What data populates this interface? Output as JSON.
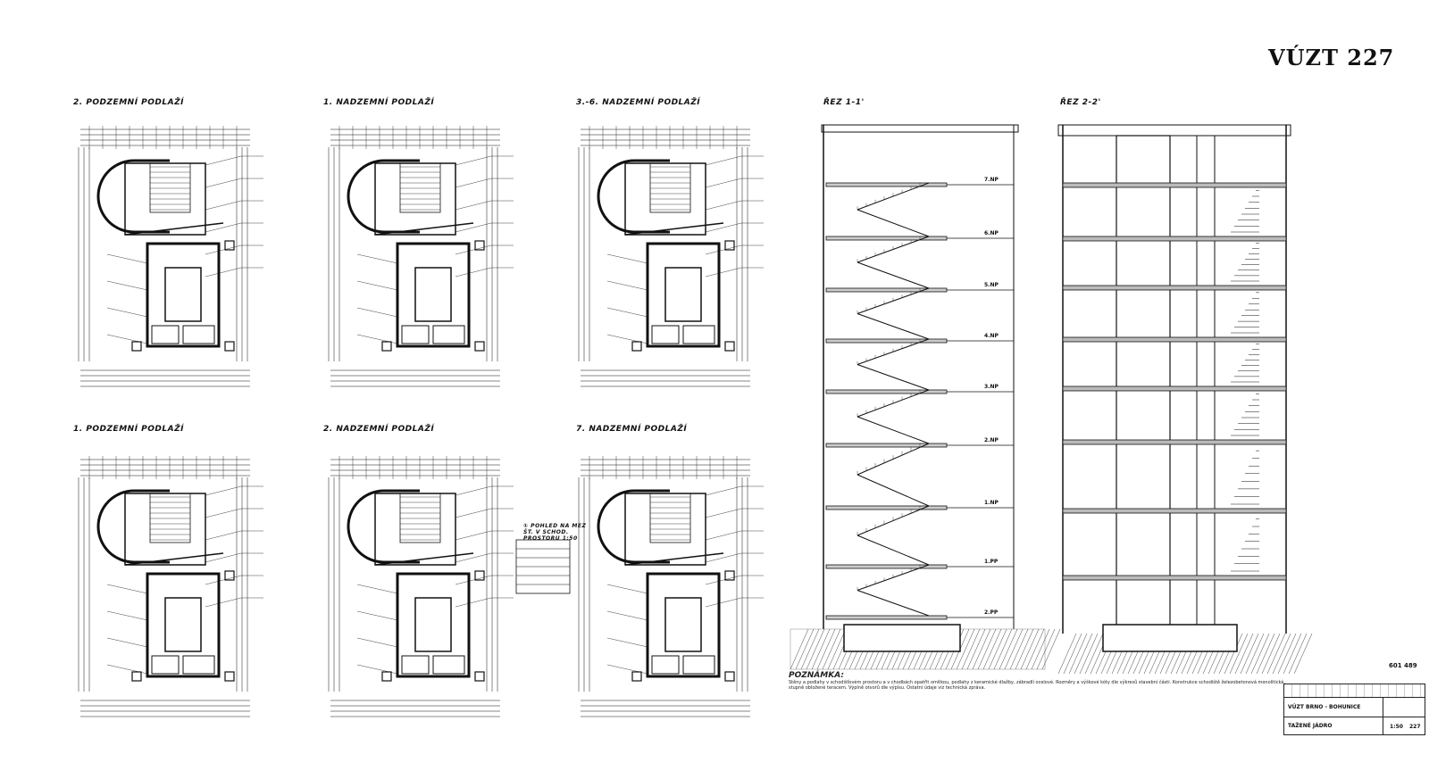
{
  "title": "VÚZT 227",
  "plans": [
    {
      "label": "2. PODZEMNÍ PODLAŽÍ"
    },
    {
      "label": "1. NADZEMNÍ PODLAŽÍ"
    },
    {
      "label": "3.-6. NADZEMNÍ PODLAŽÍ"
    },
    {
      "label": "1. PODZEMNÍ PODLAŽÍ"
    },
    {
      "label": "2. NADZEMNÍ PODLAŽÍ"
    },
    {
      "label": "7. NADZEMNÍ PODLAŽÍ"
    }
  ],
  "detail_label": "① POHLED NA MEZ ŠT. V SCHOD. PROSTORU 1:50",
  "sections": [
    {
      "label": "ŘEZ 1-1'"
    },
    {
      "label": "ŘEZ 2-2'"
    }
  ],
  "levels": [
    "7.NP",
    "6.NP",
    "5.NP",
    "4.NP",
    "3.NP",
    "2.NP",
    "1.NP",
    "1.PP",
    "2.PP"
  ],
  "note": {
    "heading": "POZNÁMKA:",
    "text": "Stěny a podlahy v schodišťovém prostoru a v chodbách opatřit omítkou, podlahy z keramické dlažby, zábradlí ocelové. Rozměry a výškové kóty dle výkresů stavební části. Konstrukce schodiště železobetonová monolitická, stupně obložené teracem. Výplně otvorů dle výpisu. Ostatní údaje viz technická zpráva."
  },
  "drawing_number": "601 489",
  "title_block": {
    "institution": "VÚZT BRNO - BOHUNICE",
    "drawing_name": "TAŽENÉ JÁDRO",
    "scale": "1:50",
    "sheet": "227"
  }
}
